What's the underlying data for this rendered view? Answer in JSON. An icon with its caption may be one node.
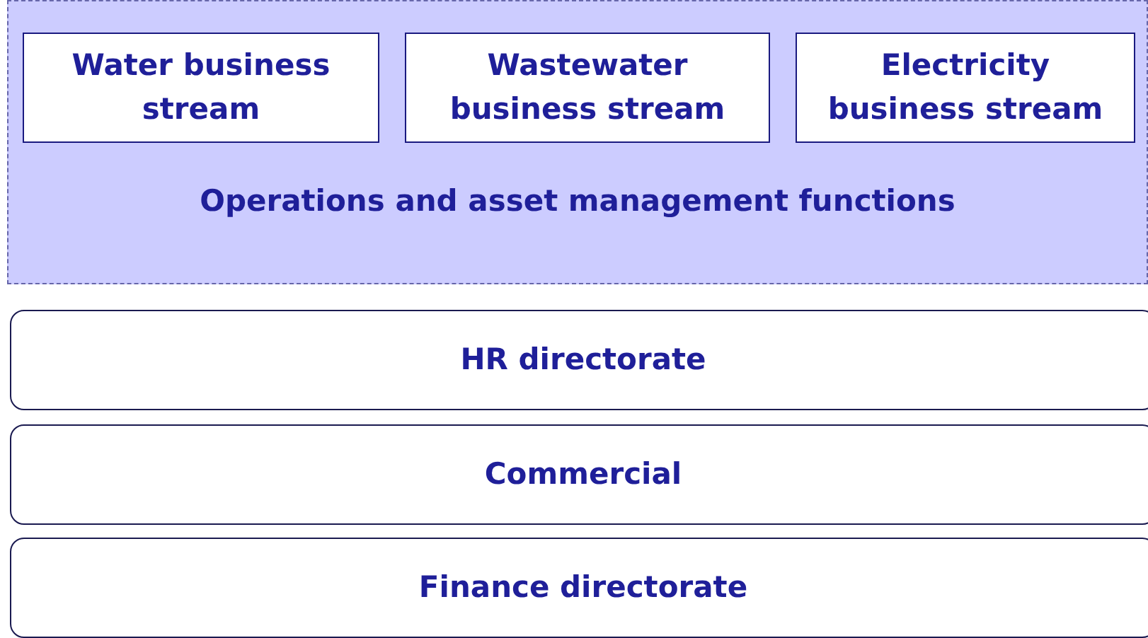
{
  "diagram": {
    "nodes": [
      {
        "text": [
          "Operations and asset management functions"
        ]
      },
      {
        "text": [
          "Water business stream"
        ],
        "in": 0
      },
      {
        "text": [
          "Wastewater business stream"
        ],
        "in": 0
      },
      {
        "text": [
          "Electricity business stream"
        ],
        "in": 0
      },
      {
        "text": [
          "HR directorate"
        ]
      },
      {
        "text": [
          "Commercial"
        ]
      },
      {
        "text": [
          "Finance directorate"
        ]
      }
    ]
  }
}
